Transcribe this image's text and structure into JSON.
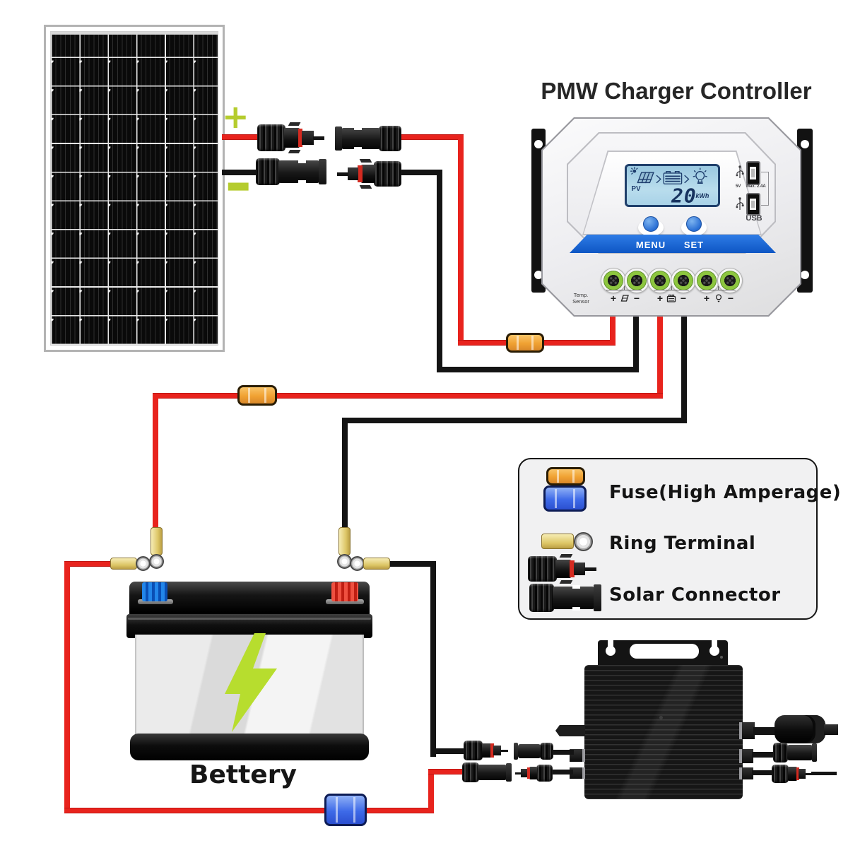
{
  "header": {
    "title": "PMW Charger Controller"
  },
  "solar_panel": {
    "plus": "+",
    "minus": "−"
  },
  "controller": {
    "lcd": {
      "pv": "PV",
      "value": "20",
      "unit": "kWh"
    },
    "menu_label": "MENU",
    "set_label": "SET",
    "usb": {
      "voltage": "5V",
      "max_current": "Max. 2.4A",
      "label": "USB"
    },
    "temp_sensor": {
      "line1": "Temp.",
      "line2": "Sensor"
    },
    "terminal_labels": [
      "+",
      "−",
      "+",
      "−",
      "+",
      "−"
    ]
  },
  "battery": {
    "label": "Bettery"
  },
  "legend": {
    "items": [
      {
        "icon": "fuse-icons",
        "label": "Fuse(High Amperage)"
      },
      {
        "icon": "ring-terminal-icon",
        "label": "Ring Terminal"
      },
      {
        "icon": "solar-connector-icons",
        "label": "Solar Connector"
      }
    ]
  },
  "colors": {
    "wire_red": "#e8231d",
    "wire_black": "#141414",
    "fuse_orange": "#f0a132",
    "fuse_blue": "#3e6ae8",
    "lcd_screen": "#a9d2e7",
    "banner_blue": "#1567d2",
    "terminal_green": "#8dc63f",
    "polarity_mark_green": "#b5cc2e",
    "bolt_green": "#b7dd2e"
  }
}
